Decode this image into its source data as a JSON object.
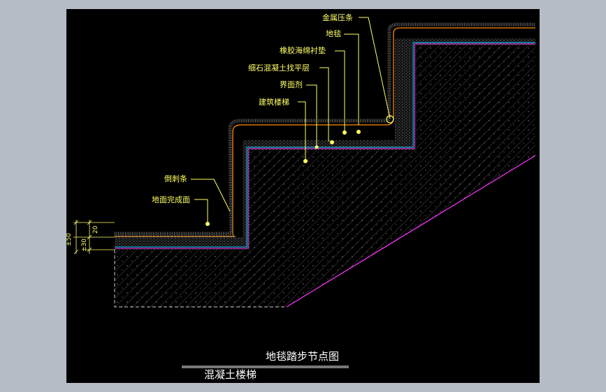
{
  "drawing": {
    "title": "地毯踏步节点图",
    "subtitle": "混凝土楼梯"
  },
  "labels": {
    "metal_strip": "金属压条",
    "carpet": "地毯",
    "rubber_pad": "橡胶海绵衬垫",
    "screed": "细石混凝土找平层",
    "interface_agent": "界面剂",
    "stair_structure": "建筑楼梯",
    "barb_strip": "倒刺条",
    "finished_floor": "地面完成面"
  },
  "dimensions": {
    "d20": "20",
    "d30": "±30",
    "d50": "±50"
  },
  "colors": {
    "background": "#000000",
    "frame": "#b5bcc6",
    "label": "#ffff66",
    "concrete_edge": "#ff33ff",
    "carpet_line": "#ff8c00",
    "pad_line": "#00ccff",
    "title": "#ffffff"
  }
}
